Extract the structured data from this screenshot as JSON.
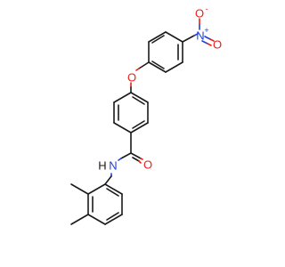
{
  "molecule": {
    "colors": {
      "bond": "#1a1a1a",
      "oxygen": "#e8211c",
      "nitrogen": "#1f3fd9",
      "background": "#ffffff"
    },
    "atoms": {
      "nitro_N": "N",
      "nitro_N_charge": "+",
      "nitro_O_top": "O",
      "nitro_O_top_charge": "-",
      "nitro_O_right": "O",
      "ether_O": "O",
      "carbonyl_O": "O",
      "amide_N": "N",
      "amide_H": "H"
    }
  }
}
